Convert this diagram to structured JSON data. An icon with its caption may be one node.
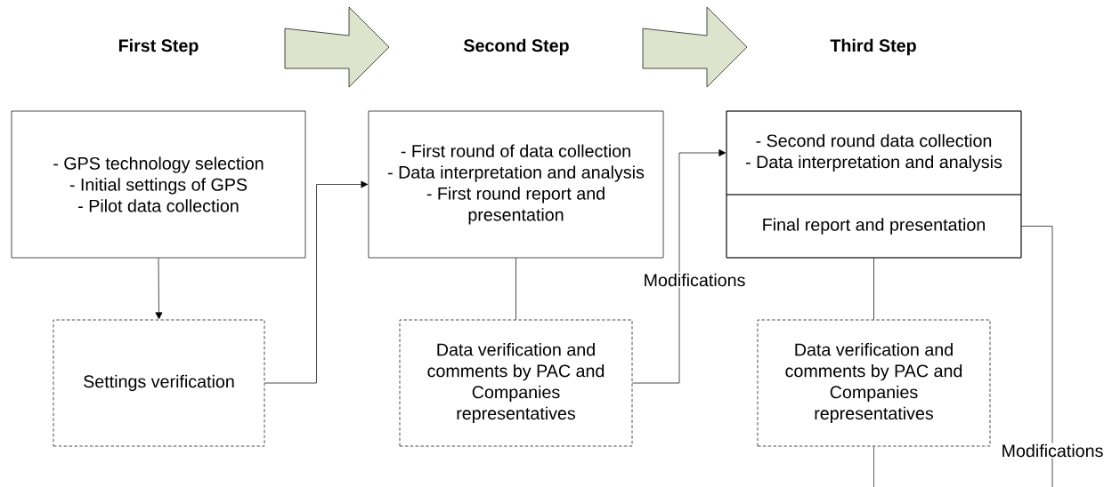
{
  "diagram": {
    "nodes": [
      {
        "text": [
          "- GPS technology selection",
          "- Initial settings of GPS",
          "- Pilot data collection"
        ]
      },
      {
        "text": [
          "- First round of data collection",
          "- Data interpretation and analysis",
          "- First round report and presentation"
        ]
      },
      {
        "text": [],
        "shape": "box"
      },
      {
        "text": [
          "- Second round data collection",
          "- Data interpretation and analysis"
        ],
        "in": 2
      },
      {
        "text": [
          "Final report and presentation"
        ],
        "in": 2
      },
      {
        "text": [
          "Settings verification"
        ]
      },
      {
        "text": [
          "Data verification and comments by PAC and Companies representatives"
        ]
      },
      {
        "text": [
          "Data verification and comments by PAC and Companies representatives"
        ]
      }
    ],
    "edges": [
      {
        "from": 0,
        "to": 5,
        "arrow": "to"
      },
      {
        "from": 5,
        "to": 1,
        "arrow": "to"
      },
      {
        "from": 1,
        "to": 6,
        "arrow": "none"
      },
      {
        "from": 6,
        "to": 3,
        "arrow": "to",
        "label": "Modifications"
      },
      {
        "from": 4,
        "to": 7,
        "arrow": "none"
      },
      {
        "from": 7,
        "to": null,
        "arrow": "none"
      },
      {
        "from": 4,
        "to": null,
        "arrow": "none",
        "label": "Modifications"
      }
    ],
    "labels": [
      "First Step",
      "Second Step",
      "Third Step"
    ]
  }
}
